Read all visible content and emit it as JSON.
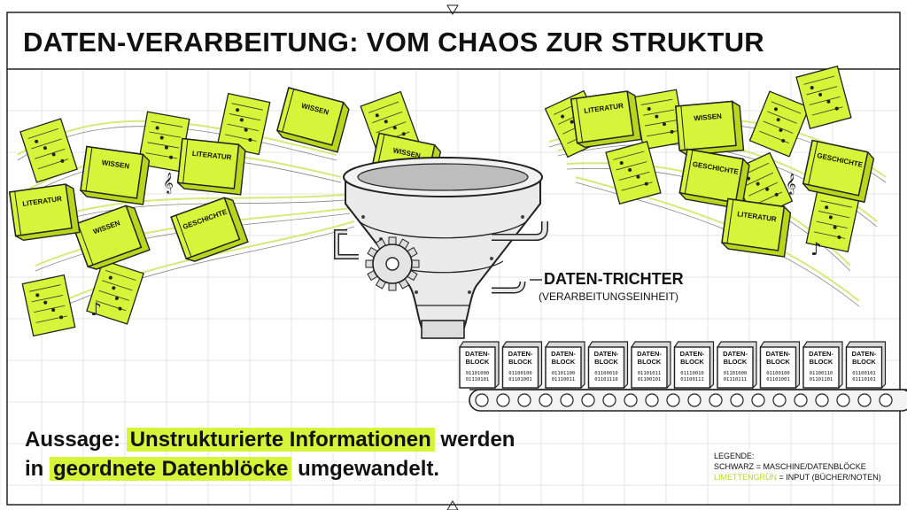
{
  "title": "DATEN-VERARBEITUNG: VOM CHAOS ZUR STRUKTUR",
  "callout": {
    "title": "DATEN-TRICHTER",
    "subtitle": "(VERARBEITUNGSEINHEIT)"
  },
  "books": [
    {
      "label": "WISSEN"
    },
    {
      "label": "LITERATUR"
    },
    {
      "label": "WISSEN"
    },
    {
      "label": "LITERATUR"
    },
    {
      "label": "GESCHICHTE"
    },
    {
      "label": "WISSEN"
    },
    {
      "label": "WISSEN"
    },
    {
      "label": "LITERATUR"
    },
    {
      "label": "WISSEN"
    },
    {
      "label": "GESCHICHTE"
    },
    {
      "label": "GESCHICHTE"
    },
    {
      "label": "LITERATUR"
    }
  ],
  "blocks": [
    {
      "label": "DATEN-\nBLOCK",
      "bits": [
        "01101000",
        "01110101"
      ]
    },
    {
      "label": "DATEN-\nBLOCK",
      "bits": [
        "01100100",
        "01101001"
      ]
    },
    {
      "label": "DATEN-\nBLOCK",
      "bits": [
        "01101100",
        "01110011"
      ]
    },
    {
      "label": "DATEN-\nBLOCK",
      "bits": [
        "01100010",
        "01101110"
      ]
    },
    {
      "label": "DATEN-\nBLOCK",
      "bits": [
        "01101011",
        "01100101"
      ]
    },
    {
      "label": "DATEN-\nBLOCK",
      "bits": [
        "01110010",
        "01100111"
      ]
    },
    {
      "label": "DATEN-\nBLOCK",
      "bits": [
        "01101000",
        "01110111"
      ]
    },
    {
      "label": "DATEN-\nBLOCK",
      "bits": [
        "01100100",
        "01101001"
      ]
    },
    {
      "label": "DATEN-\nBLOCK",
      "bits": [
        "01100110",
        "01101101"
      ]
    },
    {
      "label": "DATEN-\nBLOCK",
      "bits": [
        "01100101",
        "01110101"
      ]
    }
  ],
  "statement": {
    "prefix": "Aussage:",
    "highlight1": "Unstrukturierte Informationen",
    "middle1": "werden",
    "line2_prefix": "in",
    "highlight2": "geordnete Datenblöcke",
    "line2_suffix": "umgewandelt."
  },
  "legend": {
    "title": "LEGENDE:",
    "line1_key": "SCHWARZ",
    "line1_value": "= MASCHINE/DATENBLÖCKE",
    "line2_key": "LIMETTENGRÜN",
    "line2_value": "= INPUT (BÜCHER/NOTEN)"
  },
  "colors": {
    "lime": "#d6f53a",
    "ink": "#111111",
    "metal": "#e8e8e8",
    "grid": "#e4e4e4"
  }
}
